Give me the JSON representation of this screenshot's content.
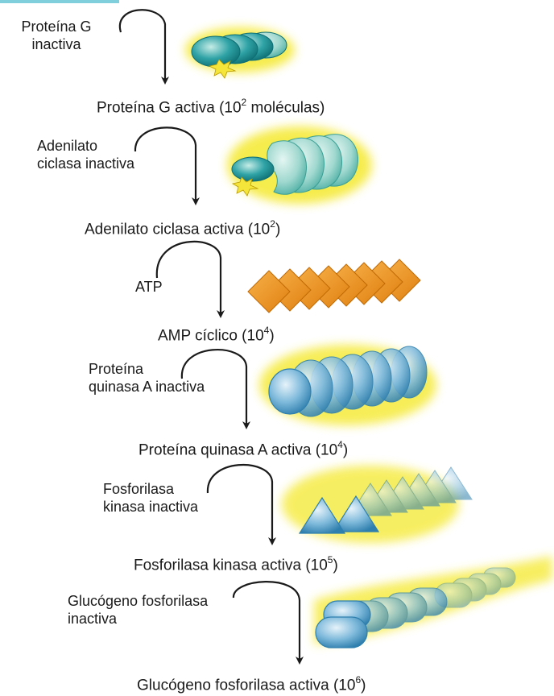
{
  "steps": [
    {
      "inactive": "Proteína G\ninactiva",
      "active_prefix": "Proteína G activa (10",
      "exp": "2",
      "active_suffix": " moléculas)"
    },
    {
      "inactive": "Adenilato\nciclasa inactiva",
      "active_prefix": "Adenilato ciclasa activa (10",
      "exp": "2",
      "active_suffix": ")"
    },
    {
      "inactive": "ATP",
      "active_prefix": "AMP cíclico (10",
      "exp": "4",
      "active_suffix": ")"
    },
    {
      "inactive": "Proteína\nquinasa A inactiva",
      "active_prefix": "Proteína quinasa A activa (10",
      "exp": "4",
      "active_suffix": ")"
    },
    {
      "inactive": "Fosforilasa\nkinasa inactiva",
      "active_prefix": "Fosforilasa kinasa activa (10",
      "exp": "5",
      "active_suffix": ")"
    },
    {
      "inactive": "Glucógeno fosforilasa\ninactiva",
      "active_prefix": "Glucógeno fosforilasa activa (10",
      "exp": "6",
      "active_suffix": ")"
    }
  ],
  "colors": {
    "glow": "#f5ea3a",
    "teal_protein": "#2fa3a6",
    "teal_light": "#9fd8cf",
    "atp_orange": "#f39a1e",
    "blue_shape": "#7fbadb",
    "arrow": "#1a1a1a"
  },
  "icons": [
    "g-protein-icon",
    "adenylate-cyclase-icon",
    "camp-icon",
    "pka-icon",
    "phosphorylase-kinase-icon",
    "glycogen-phosphorylase-icon"
  ]
}
